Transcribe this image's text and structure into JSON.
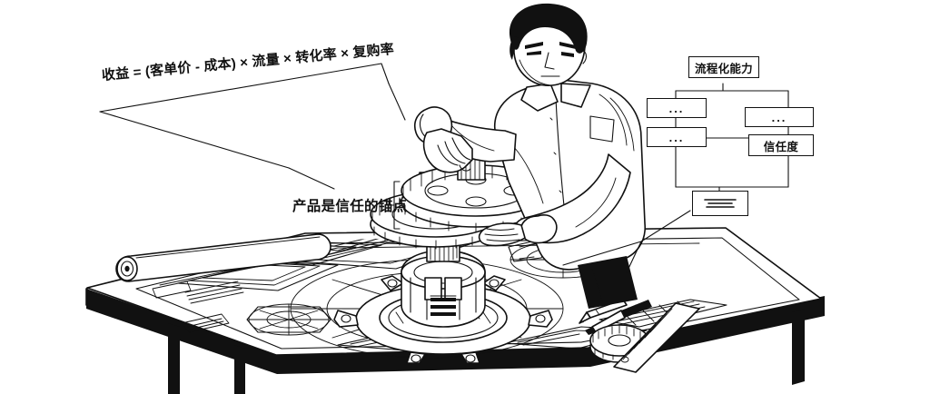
{
  "scene": {
    "title": "机械装配线稿插画",
    "style": "black-and-white line art illustration",
    "background_color": "#ffffff",
    "ink_color": "#111111"
  },
  "annotations": {
    "formula": {
      "text": "收益 = (客单价 - 成本) × 流量 × 转化率 × 复购率",
      "leader": "v-shaped-leader-line"
    },
    "anchor": {
      "text": "产品是信任的锚点",
      "bracket": "square-bracket-right"
    }
  },
  "flowchart": {
    "root": {
      "label": "流程化能力"
    },
    "nodes": [
      {
        "id": "n1",
        "label": "..."
      },
      {
        "id": "n2",
        "label": "..."
      },
      {
        "id": "n3",
        "label": "..."
      },
      {
        "id": "n4",
        "label": "信任度"
      }
    ],
    "output": {
      "label": "",
      "icon": "document-lines-icon"
    }
  },
  "subjects": {
    "person": "man-in-light-shirt-assembling",
    "gear_stack": "exploded-gear-assembly-held-aloft",
    "housing": "mechanical-housing-on-blueprint",
    "desk": "drafting-desk-with-blueprints"
  },
  "desk_items": [
    {
      "name": "rolled-blueprint"
    },
    {
      "name": "pencil"
    },
    {
      "name": "screwdriver"
    },
    {
      "name": "loose-gear"
    },
    {
      "name": "ruler"
    },
    {
      "name": "blueprint-sheets"
    }
  ]
}
